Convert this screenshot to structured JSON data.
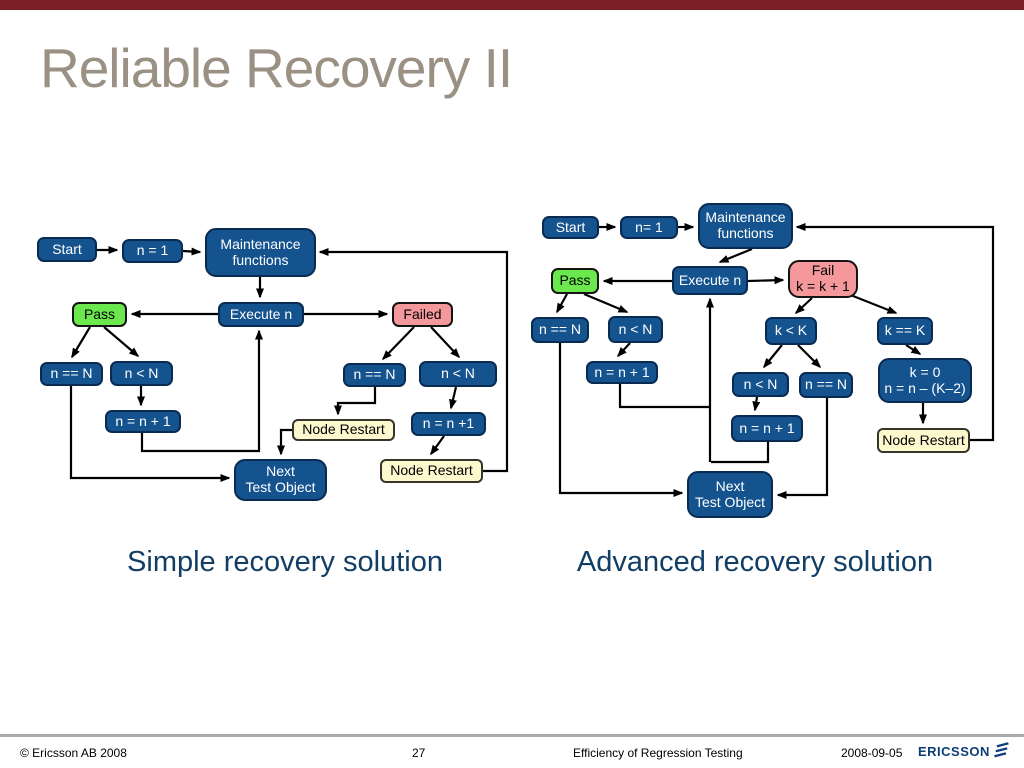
{
  "title": "Reliable Recovery II",
  "captions": {
    "left": "Simple recovery solution",
    "right": "Advanced recovery solution"
  },
  "left_diagram": {
    "start": "Start",
    "n1": "n = 1",
    "maintenance": "Maintenance\nfunctions",
    "execute": "Execute n",
    "pass": "Pass",
    "failed": "Failed",
    "pass_eq": "n == N",
    "pass_lt": "n < N",
    "pass_inc": "n = n + 1",
    "fail_eq": "n == N",
    "fail_lt": "n < N",
    "fail_inc": "n = n +1",
    "node_restart1": "Node Restart",
    "node_restart2": "Node Restart",
    "next_test": "Next\nTest Object"
  },
  "right_diagram": {
    "start": "Start",
    "n1": "n= 1",
    "maintenance": "Maintenance\nfunctions",
    "execute": "Execute n",
    "pass": "Pass",
    "fail": "Fail\nk = k + 1",
    "pass_eq": "n == N",
    "pass_lt": "n < N",
    "pass_inc": "n = n + 1",
    "k_lt": "k < K",
    "k_eq": "k == K",
    "k_n_lt": "n < N",
    "k_n_eq": "n == N",
    "k_n_inc": "n = n + 1",
    "k_reset": "k = 0\nn = n – (K–2)",
    "node_restart": "Node Restart",
    "next_test": "Next\nTest Object"
  },
  "footer": {
    "copyright": "© Ericsson AB 2008",
    "page": "27",
    "subject": "Efficiency of Regression Testing",
    "date": "2008-09-05",
    "brand": "ERICSSON"
  },
  "colors": {
    "top_bar": "#7b2125",
    "title": "#9a9083",
    "caption": "#123e66",
    "node_blue": "#15538e",
    "node_green": "#6be84e",
    "node_pink": "#f5989c",
    "node_cream": "#fdf8cd",
    "ericsson_blue": "#0d3d78"
  }
}
